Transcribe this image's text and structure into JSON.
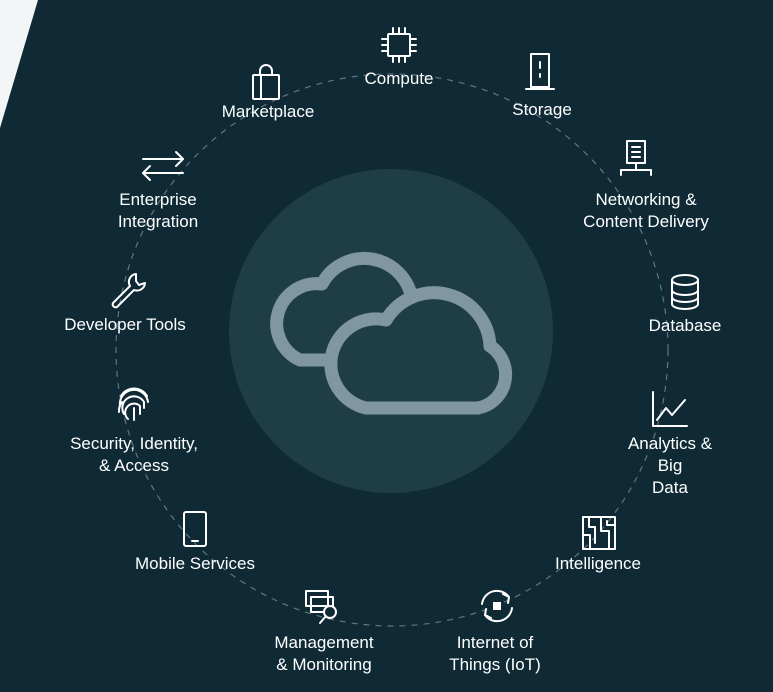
{
  "center": {
    "icon": "cloud-icon"
  },
  "services": [
    {
      "id": "compute",
      "label": "Compute",
      "icon": "chip-icon"
    },
    {
      "id": "storage",
      "label": "Storage",
      "icon": "storage-icon"
    },
    {
      "id": "networking",
      "label": "Networking &\nContent Delivery",
      "icon": "network-server-icon"
    },
    {
      "id": "database",
      "label": "Database",
      "icon": "database-icon"
    },
    {
      "id": "analytics",
      "label": "Analytics & Big\nData",
      "icon": "line-chart-icon"
    },
    {
      "id": "intelligence",
      "label": "Intelligence",
      "icon": "circuit-board-icon"
    },
    {
      "id": "iot",
      "label": "Internet of\nThings (IoT)",
      "icon": "refresh-chip-icon"
    },
    {
      "id": "management",
      "label": "Management\n& Monitoring",
      "icon": "monitor-search-icon"
    },
    {
      "id": "mobile",
      "label": "Mobile Services",
      "icon": "mobile-phone-icon"
    },
    {
      "id": "security",
      "label": "Security, Identity,\n& Access",
      "icon": "fingerprint-icon"
    },
    {
      "id": "developer",
      "label": "Developer Tools",
      "icon": "wrench-icon"
    },
    {
      "id": "enterprise",
      "label": "Enterprise\nIntegration",
      "icon": "arrows-exchange-icon"
    },
    {
      "id": "marketplace",
      "label": "Marketplace",
      "icon": "shopping-bag-icon"
    }
  ],
  "colors": {
    "background": "#0f2a35",
    "center_circle": "#1e3d47",
    "cloud": "#8096a0",
    "text": "#ffffff",
    "ring": "#5f7680"
  }
}
